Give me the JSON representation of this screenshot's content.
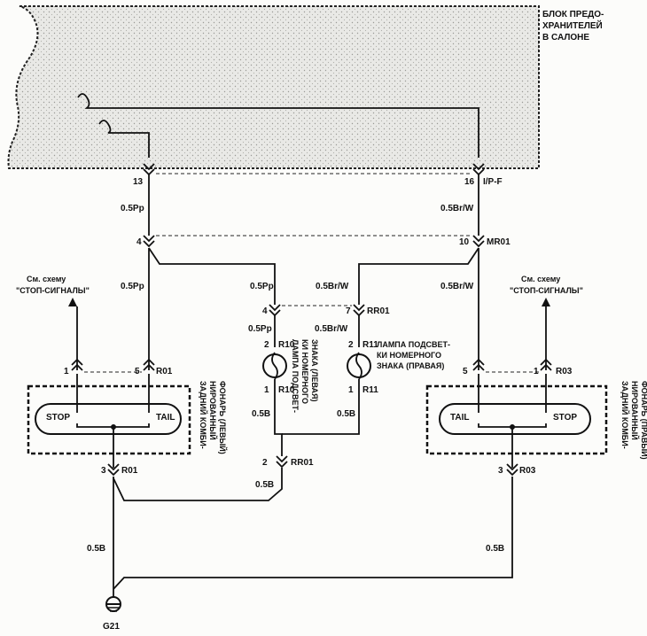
{
  "fuse_box": {
    "title_line1": "БЛОК ПРЕДО-",
    "title_line2": "ХРАНИТЕЛЕЙ",
    "title_line3": "В САЛОНЕ"
  },
  "connectors": {
    "pin13": "13",
    "pin16": "16",
    "conn_ipf": "I/P-F",
    "pin4_top": "4",
    "pin10": "10",
    "conn_mr01": "MR01",
    "pin4_mid": "4",
    "pin7": "7",
    "conn_rr01_top": "RR01",
    "pin2_r10": "2",
    "conn_r10_top": "R10",
    "pin1_r10": "1",
    "conn_r10_bot": "R10",
    "pin2_r11": "2",
    "conn_r11_top": "R11",
    "pin1_r11": "1",
    "conn_r11_bot": "R11",
    "pin1_left": "1",
    "pin5_left": "5",
    "conn_r01_top": "R01",
    "pin5_right": "5",
    "pin1_right": "1",
    "conn_r03_top": "R03",
    "pin2_rr01": "2",
    "conn_rr01_bot": "RR01",
    "pin3_left": "3",
    "conn_r01_bot": "R01",
    "pin3_right": "3",
    "conn_r03_bot": "R03",
    "ground": "G21"
  },
  "wires": {
    "w1": "0.5Pp",
    "w2": "0.5Br/W",
    "w3": "0.5Pp",
    "w4": "0.5Br/W",
    "w5": "0.5Pp",
    "w6": "0.5Br/W",
    "w7": "0.5Pp",
    "w8": "0.5Br/W",
    "w9": "0.5B",
    "w10": "0.5B",
    "w11": "0.5B",
    "w12": "0.5B",
    "w13": "0.5B"
  },
  "refs": {
    "left_l1": "См. схему",
    "left_l2": "\"СТОП-СИГНАЛЫ\"",
    "right_l1": "См. схему",
    "right_l2": "\"СТОП-СИГНАЛЫ\""
  },
  "lamps": {
    "left_stop": "STOP",
    "left_tail": "TAIL",
    "right_tail": "TAIL",
    "right_stop": "STOP",
    "left_desc_l1": "ЗАДНИЙ КОМБИ-",
    "left_desc_l2": "НИРОВАННЫЙ",
    "left_desc_l3": "ФОНАРЬ (ЛЕВЫЙ)",
    "right_desc_l1": "ЗАДНИЙ КОМБИ-",
    "right_desc_l2": "НИРОВАННЫЙ",
    "right_desc_l3": "ФОНАРЬ (ПРАВЫЙ)",
    "plate_left_l1": "ЛАМПА ПОДСВЕТ-",
    "plate_left_l2": "КИ НОМЕРНОГО",
    "plate_left_l3": "ЗНАКА (ЛЕВАЯ)",
    "plate_right_l1": "ЛАМПА ПОДСВЕТ-",
    "plate_right_l2": "КИ НОМЕРНОГО",
    "plate_right_l3": "ЗНАКА (ПРАВАЯ)"
  }
}
